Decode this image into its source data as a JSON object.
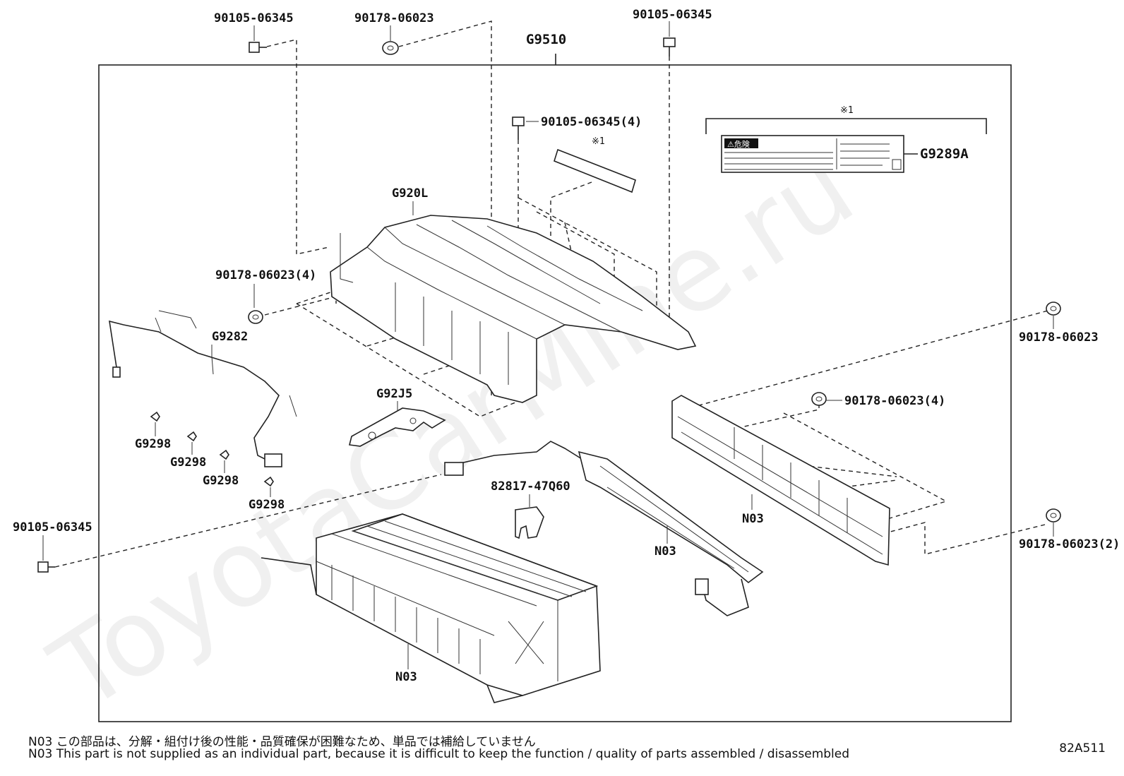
{
  "watermark": "ToyotaCarMine.ru",
  "assembly_label": "G9510",
  "callouts": {
    "top_left_bolt": "90105-06345",
    "top_nut": "90178-06023",
    "top_right_bolt": "90105-06345",
    "cover_bolts": "90105-06345(4)",
    "cover": "G920L",
    "cover_nuts": "90178-06023(4)",
    "wire_harness": "G9282",
    "bracket": "G92J5",
    "clip_1": "G9298",
    "clip_2": "G9298",
    "clip_3": "G9298",
    "clip_4": "G9298",
    "left_bolt": "90105-06345",
    "sensor": "82817-47Q60",
    "bus_bar_center": "N03",
    "bus_bar_right": "N03",
    "battery_stack": "N03",
    "right_nut_upper": "90178-06023",
    "right_nuts_mid": "90178-06023(4)",
    "right_nuts_lower": "90178-06023(2)",
    "caution_label": "G9289A",
    "note_mark_1": "※1",
    "note_mark_2": "※1"
  },
  "label_text": {
    "danger": "⚠危険"
  },
  "notes": {
    "jp": "N03  この部品は、分解・組付け後の性能・品質確保が困難なため、単品では補給していません",
    "en": "N03  This part is not supplied as an individual part, because it is difficult to keep the function / quality of parts  assembled / disassembled"
  },
  "ref_code": "82A511"
}
